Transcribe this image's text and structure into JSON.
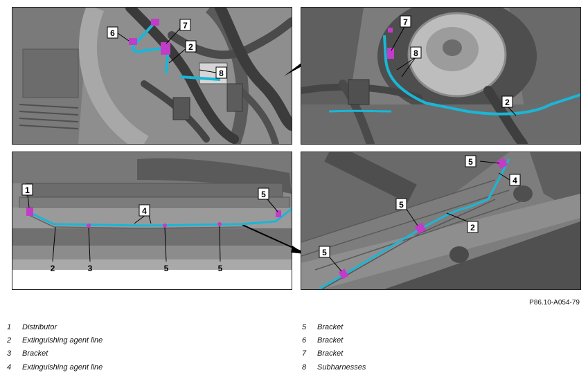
{
  "figure": {
    "reference_code": "P86.10-A054-79",
    "colors": {
      "line": "#1ab6d6",
      "bracket": "#c23cc8",
      "background_dark": "#5a5a5a",
      "background_light": "#9a9a9a"
    }
  },
  "panels": {
    "top_left": {
      "callouts": [
        "6",
        "7",
        "2",
        "8"
      ]
    },
    "top_right": {
      "callouts": [
        "7",
        "8",
        "2"
      ]
    },
    "bottom_left": {
      "callouts": [
        "1",
        "5",
        "4",
        "2",
        "3",
        "5",
        "5"
      ]
    },
    "bottom_right": {
      "callouts": [
        "5",
        "4",
        "5",
        "2",
        "5"
      ]
    }
  },
  "legend": {
    "left": [
      {
        "num": "1",
        "label": "Distributor"
      },
      {
        "num": "2",
        "label": "Extinguishing agent line"
      },
      {
        "num": "3",
        "label": "Bracket"
      },
      {
        "num": "4",
        "label": "Extinguishing agent line"
      }
    ],
    "right": [
      {
        "num": "5",
        "label": "Bracket"
      },
      {
        "num": "6",
        "label": "Bracket"
      },
      {
        "num": "7",
        "label": "Bracket"
      },
      {
        "num": "8",
        "label": "Subharnesses"
      }
    ]
  }
}
